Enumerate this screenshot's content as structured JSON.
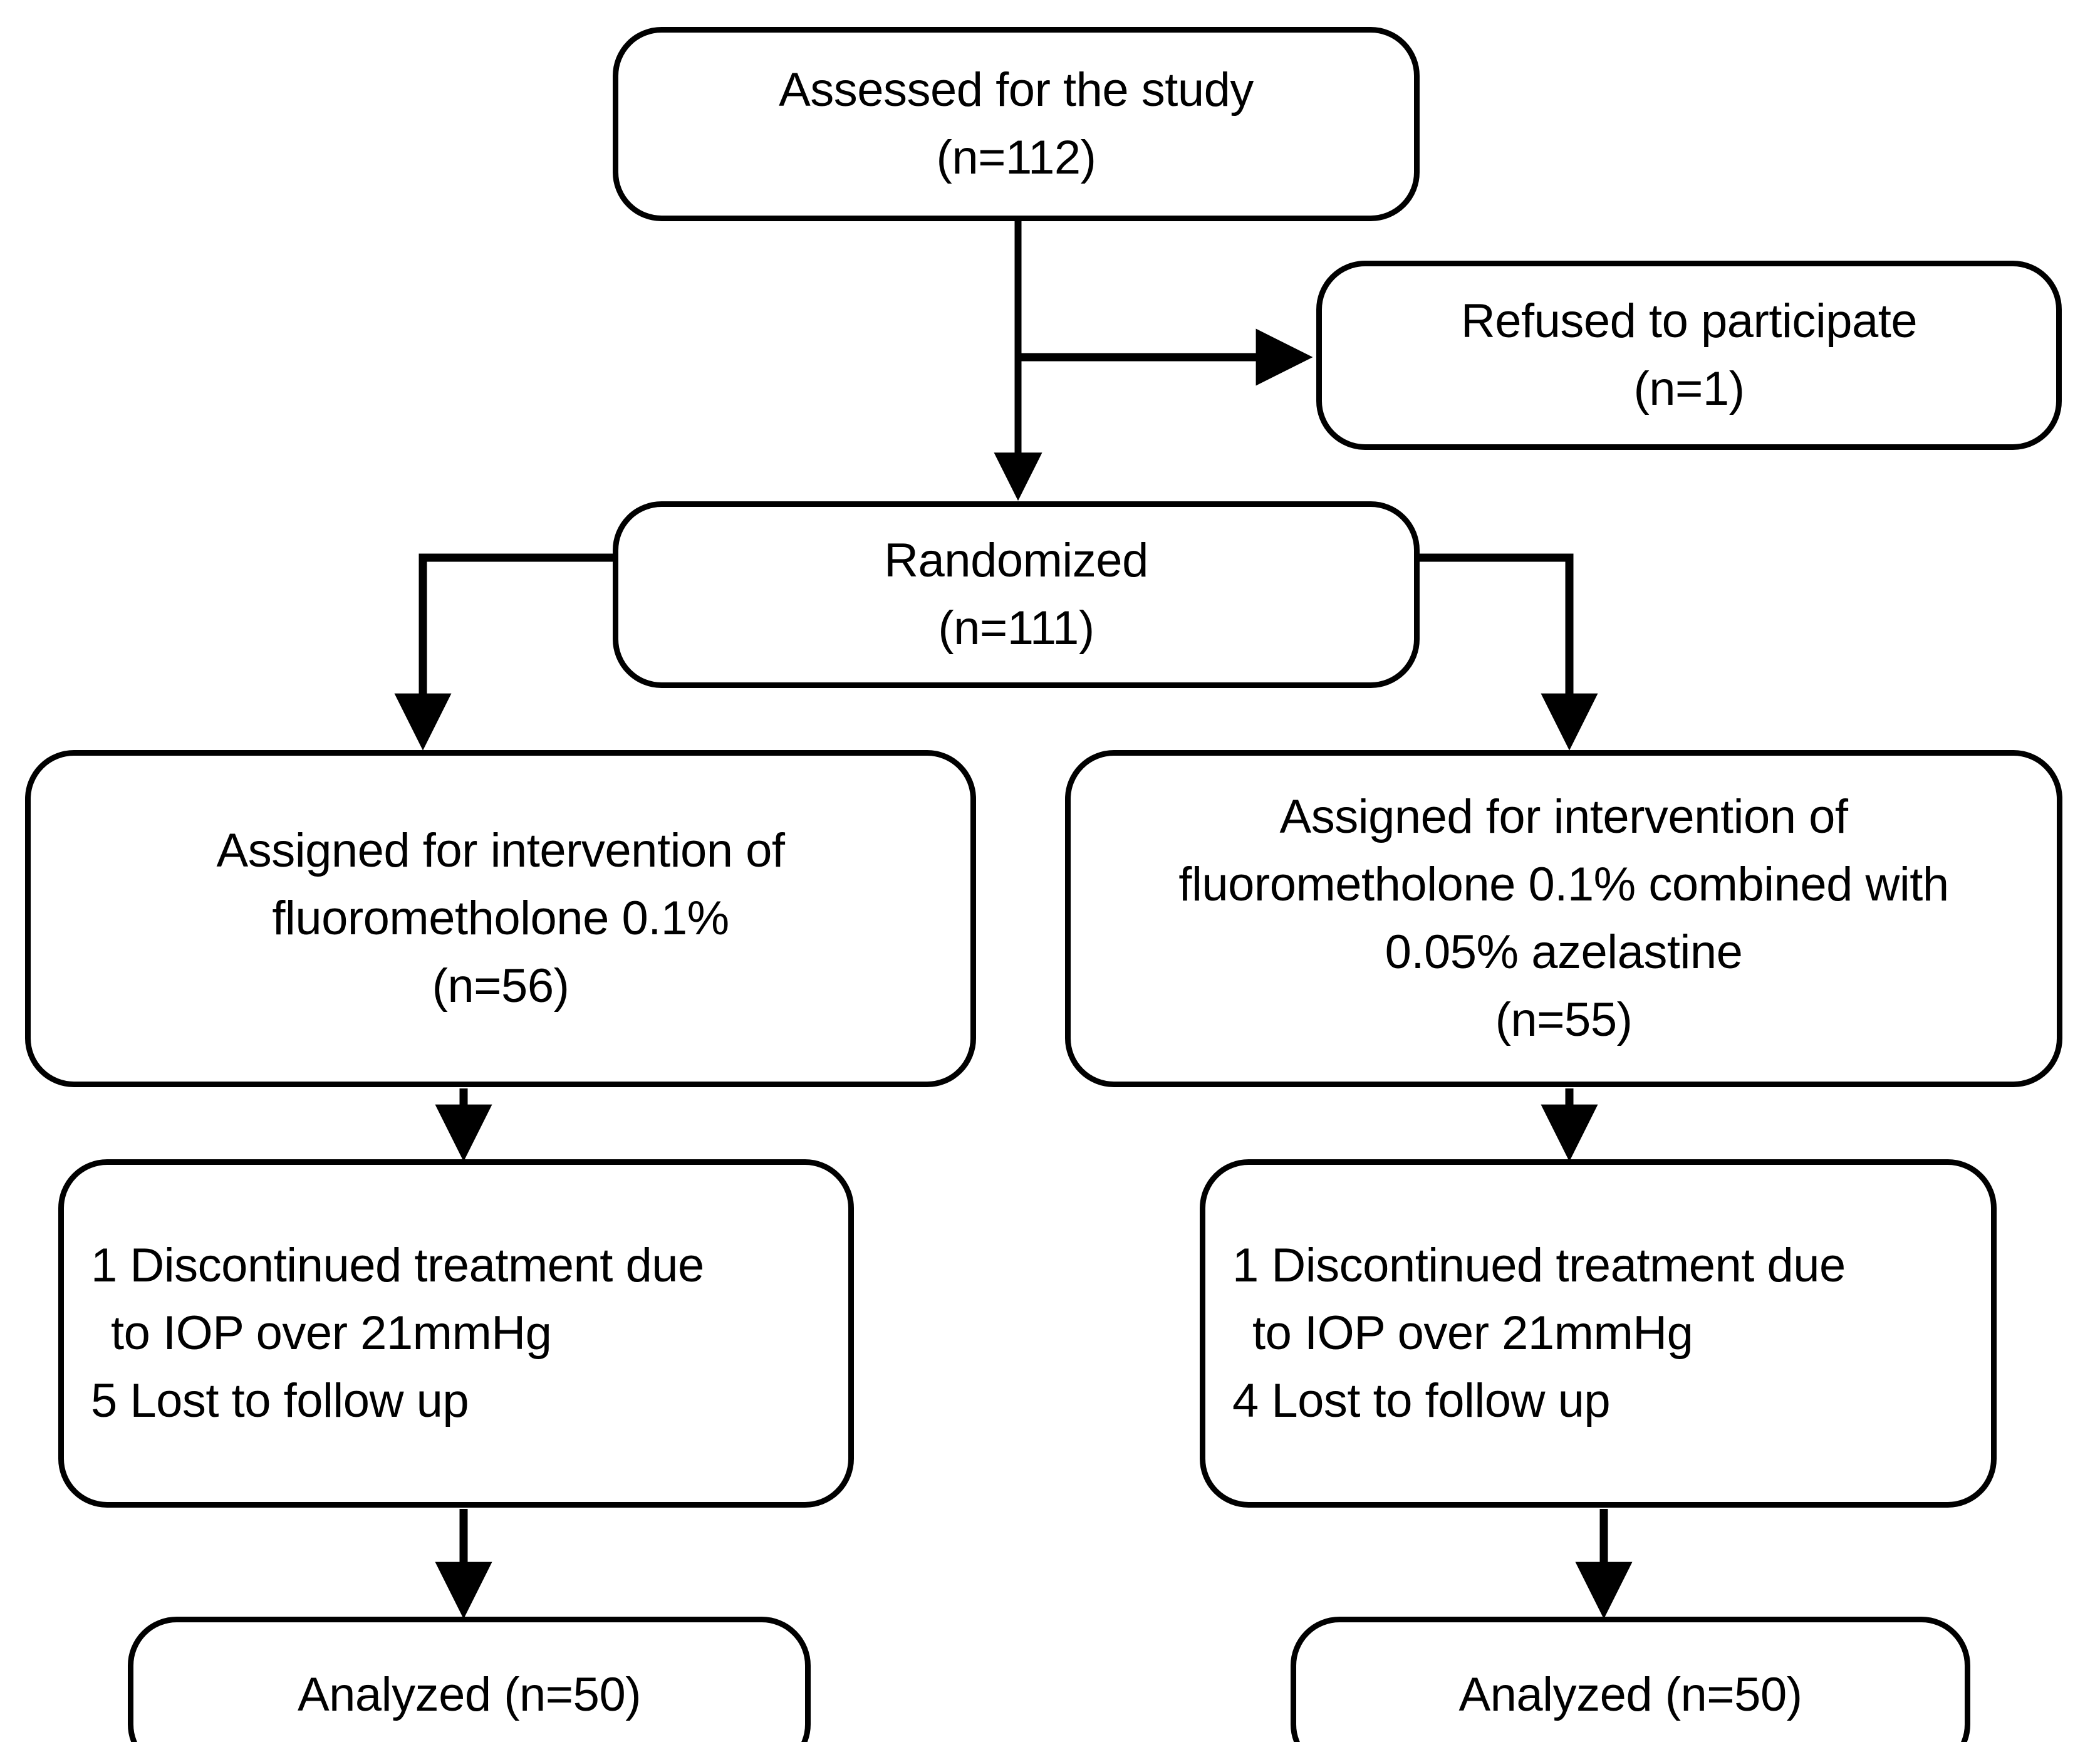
{
  "diagram": {
    "type": "consort-flow-diagram",
    "title": "CONSORT participant flow diagram",
    "stroke_color": "#000000",
    "background_color": "#ffffff",
    "text_color": "#000000"
  },
  "nodes": {
    "assessed": {
      "id": "assessed-for-study",
      "lines": [
        "Assessed for the study",
        "(n=112)"
      ],
      "label": "Assessed for the study",
      "count": 112
    },
    "refused": {
      "id": "refused-to-participate",
      "lines": [
        "Refused to participate",
        "(n=1)"
      ],
      "label": "Refused to participate",
      "count": 1
    },
    "randomized": {
      "id": "randomized",
      "lines": [
        "Randomized",
        "(n=111)"
      ],
      "label": "Randomized",
      "count": 111
    },
    "assigned_left": {
      "id": "assigned-fluorometholone",
      "lines": [
        "Assigned for intervention of",
        "fluorometholone 0.1%",
        "(n=56)"
      ],
      "label": "Assigned for intervention of fluorometholone 0.1%",
      "count": 56
    },
    "assigned_right": {
      "id": "assigned-fluorometholone-azelastine",
      "lines": [
        "Assigned for intervention of",
        "fluorometholone 0.1% combined with",
        "0.05% azelastine",
        "(n=55)"
      ],
      "label": "Assigned for intervention of fluorometholone 0.1% combined with 0.05% azelastine",
      "count": 55
    },
    "discontinued_left": {
      "id": "discontinued-left",
      "lines": [
        "1 Discontinued treatment due",
        "to IOP over 21mmHg",
        "5 Lost to follow up"
      ],
      "discontinued_count": 1,
      "discontinued_reason": "IOP over 21mmHg",
      "lost_to_follow_up": 5
    },
    "discontinued_right": {
      "id": "discontinued-right",
      "lines": [
        "1 Discontinued treatment due",
        "to IOP over 21mmHg",
        "4 Lost to follow up"
      ],
      "discontinued_count": 1,
      "discontinued_reason": "IOP over 21mmHg",
      "lost_to_follow_up": 4
    },
    "analyzed_left": {
      "id": "analyzed-left",
      "lines": [
        "Analyzed (n=50)"
      ],
      "label": "Analyzed",
      "count": 50
    },
    "analyzed_right": {
      "id": "analyzed-right",
      "lines": [
        "Analyzed (n=50)"
      ],
      "label": "Analyzed",
      "count": 50
    }
  },
  "edges": [
    {
      "from": "assessed",
      "to": "randomized",
      "style": "straight-down-arrow"
    },
    {
      "from": "assessed",
      "to": "refused",
      "style": "right-branch-arrow"
    },
    {
      "from": "randomized",
      "to": "assigned_left",
      "style": "left-elbow-arrow"
    },
    {
      "from": "randomized",
      "to": "assigned_right",
      "style": "right-elbow-arrow"
    },
    {
      "from": "assigned_left",
      "to": "discontinued_left",
      "style": "straight-down-arrow"
    },
    {
      "from": "assigned_right",
      "to": "discontinued_right",
      "style": "straight-down-arrow"
    },
    {
      "from": "discontinued_left",
      "to": "analyzed_left",
      "style": "straight-down-arrow"
    },
    {
      "from": "discontinued_right",
      "to": "analyzed_right",
      "style": "straight-down-arrow"
    }
  ]
}
